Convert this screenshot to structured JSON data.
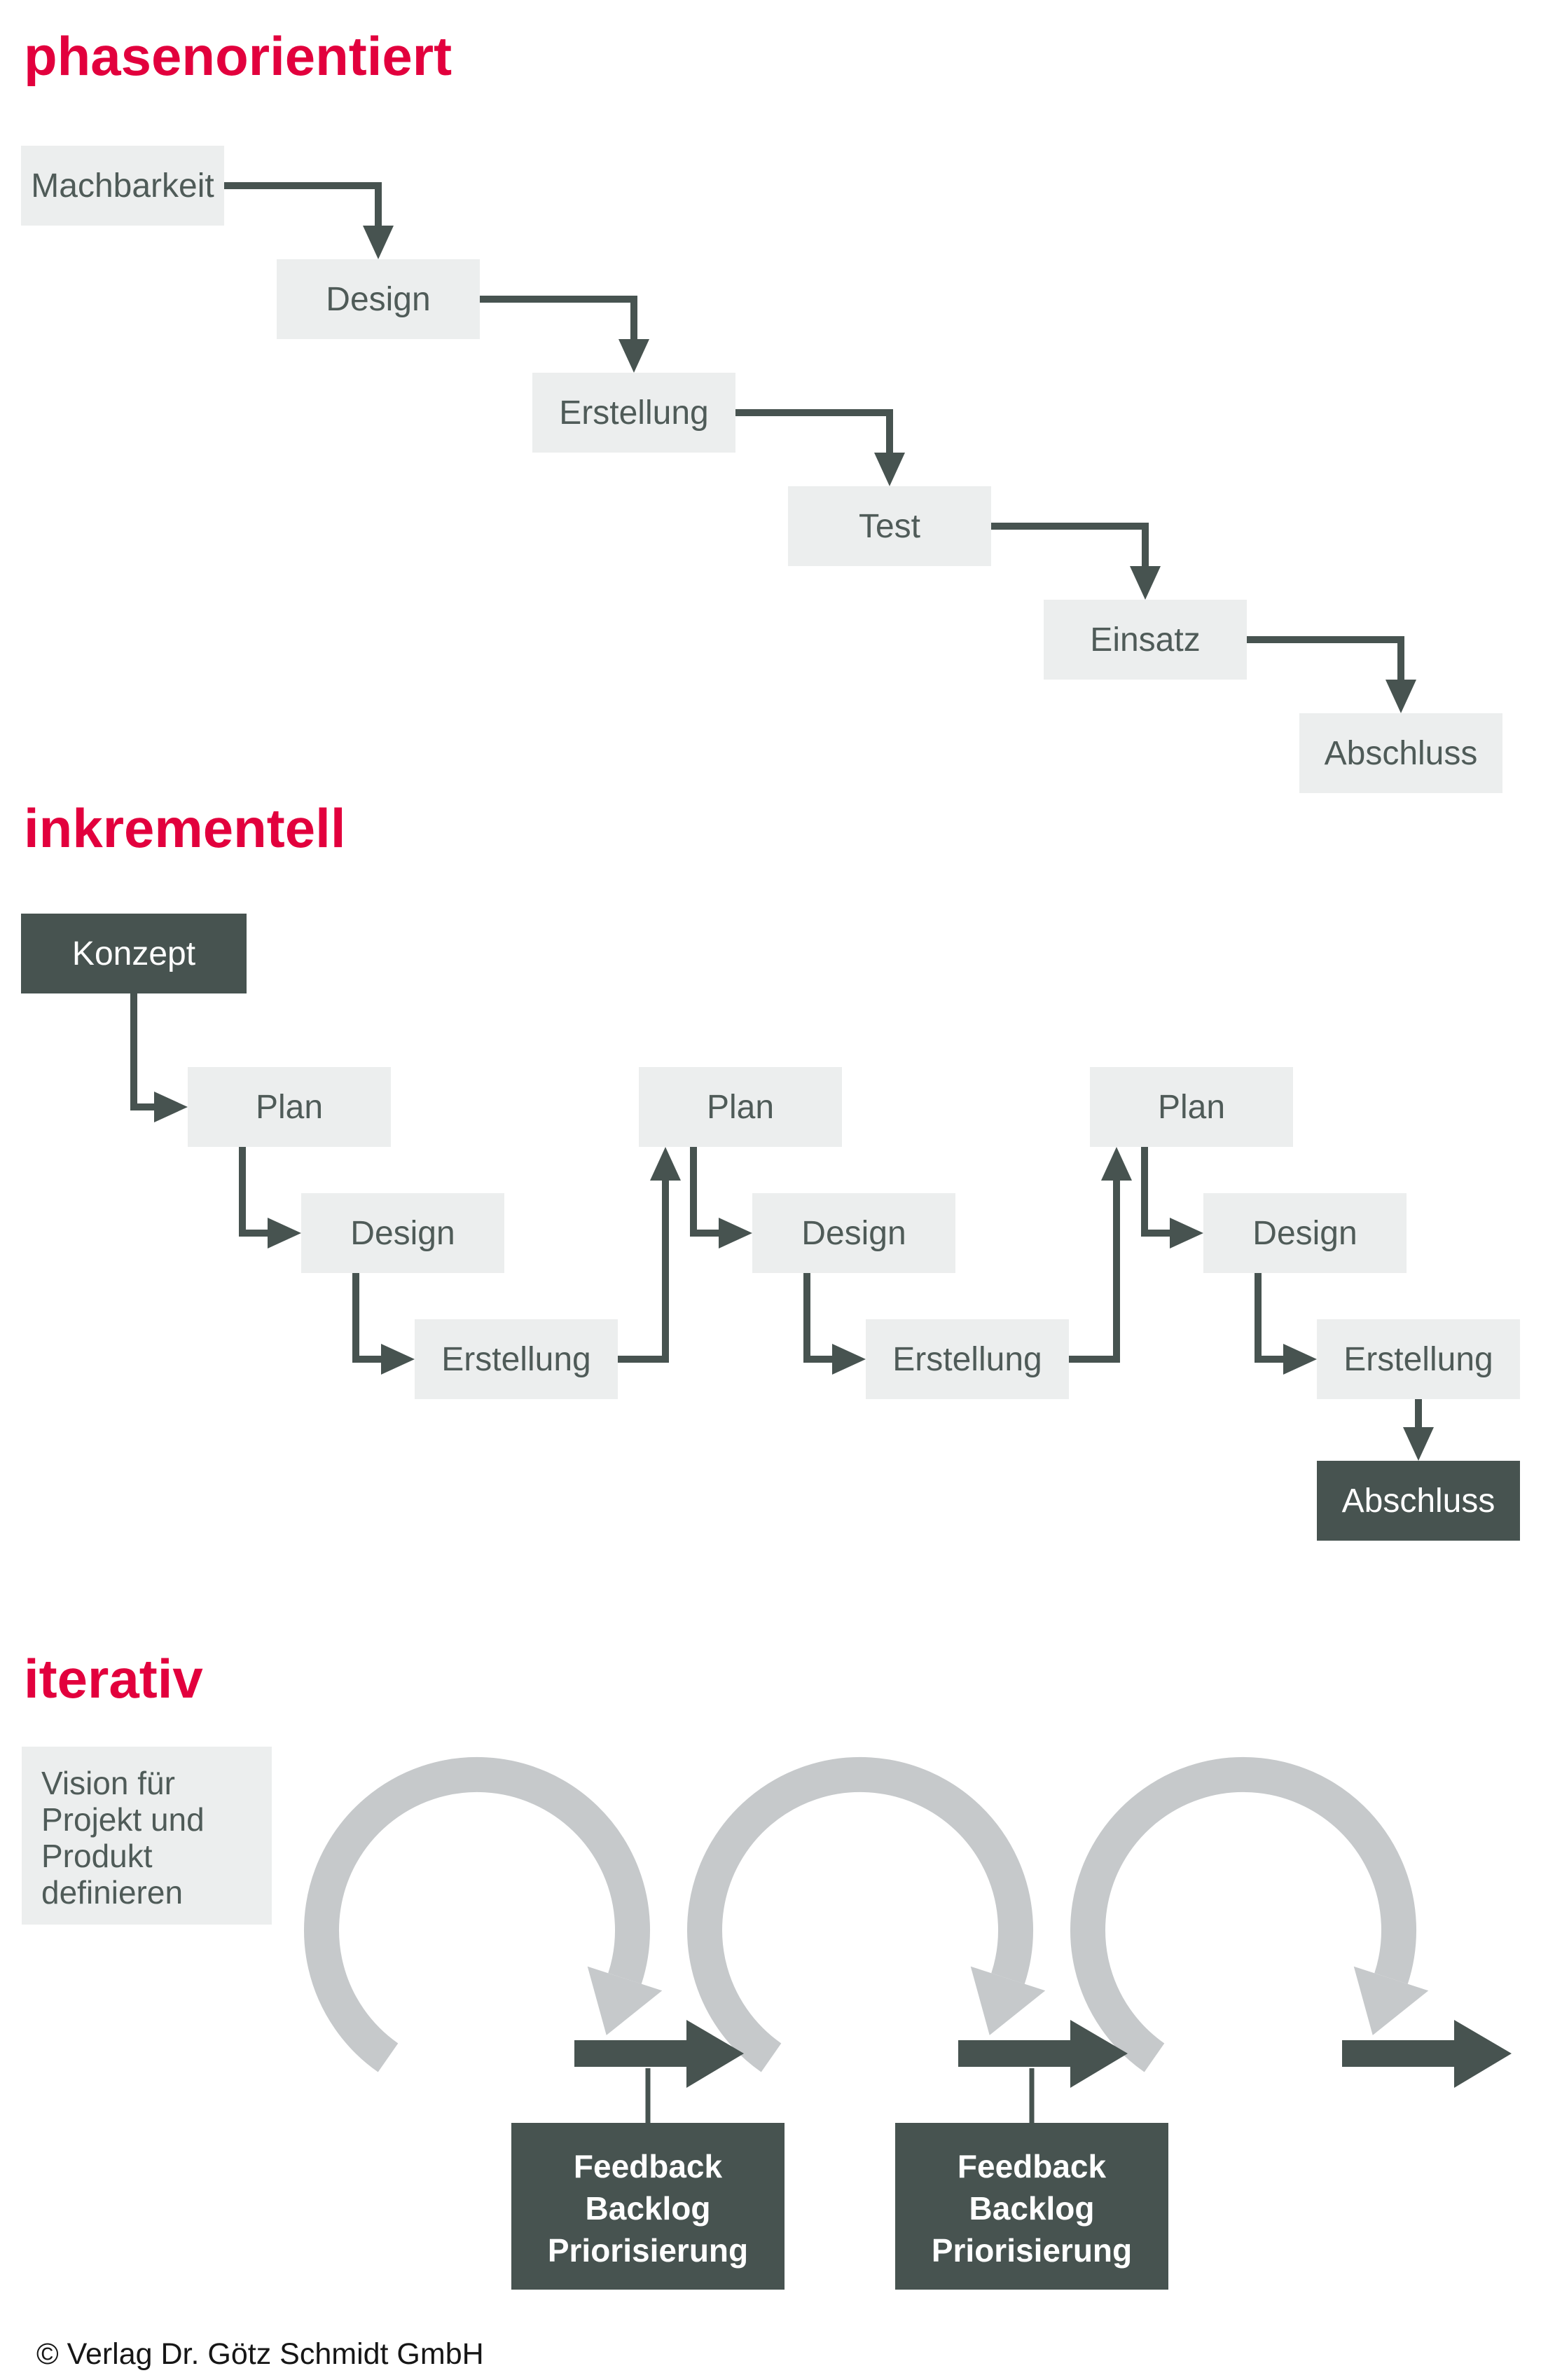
{
  "sections": {
    "phasenorientiert": {
      "title": "phasenorientiert",
      "phases": [
        "Machbarkeit",
        "Design",
        "Erstellung",
        "Test",
        "Einsatz",
        "Abschluss"
      ]
    },
    "inkrementell": {
      "title": "inkrementell",
      "start": "Konzept",
      "iterations": [
        [
          "Plan",
          "Design",
          "Erstellung"
        ],
        [
          "Plan",
          "Design",
          "Erstellung"
        ],
        [
          "Plan",
          "Design",
          "Erstellung"
        ]
      ],
      "end": "Abschluss"
    },
    "iterativ": {
      "title": "iterativ",
      "vision_lines": [
        "Vision für",
        "Projekt und",
        "Produkt",
        "definieren"
      ],
      "loop_count": 3,
      "feedback_boxes": [
        [
          "Feedback",
          "Backlog",
          "Priorisierung"
        ],
        [
          "Feedback",
          "Backlog",
          "Priorisierung"
        ]
      ]
    }
  },
  "footer": {
    "copyright": "© Verlag Dr. Götz Schmidt GmbH"
  },
  "colors": {
    "accent_red": "#e2003d",
    "dark_slate": "#475350",
    "light_box": "#eceeee",
    "ring_gray": "#c6c9cb",
    "label_text": "#4f5b58",
    "copyright_text": "#161616"
  }
}
